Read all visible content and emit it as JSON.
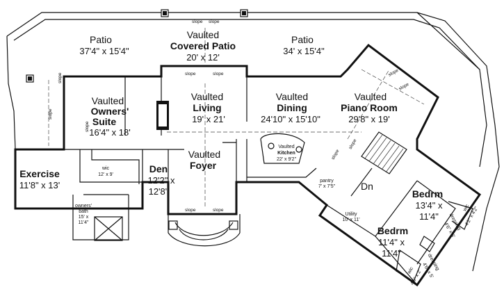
{
  "rooms": {
    "patio_left": {
      "name": "Patio",
      "dims": "37'4\" x 15'4\""
    },
    "covered_patio": {
      "line1": "Vaulted",
      "line2": "Covered Patio",
      "dims": "20' x 12'"
    },
    "patio_right": {
      "name": "Patio",
      "dims": "34' x 15'4\""
    },
    "owners_suite": {
      "line1": "Vaulted",
      "line2": "Owners'",
      "line3": "Suite",
      "dims": "16'4\" x 18'"
    },
    "living": {
      "line1": "Vaulted",
      "line2": "Living",
      "dims": "19' x 21'"
    },
    "dining": {
      "line1": "Vaulted",
      "line2": "Dining",
      "dims": "24'10\" x 15'10\""
    },
    "piano": {
      "line1": "Vaulted",
      "line2": "Piano Room",
      "dims": "29'8\" x 19'"
    },
    "exercise": {
      "name": "Exercise",
      "dims": "11'8\" x 13'"
    },
    "wic_owner": {
      "name": "wic",
      "dims": "12' x 9'"
    },
    "den": {
      "name": "Den",
      "dims1": "12'2\" x",
      "dims2": "12'8\""
    },
    "foyer": {
      "line1": "Vaulted",
      "line2": "Foyer"
    },
    "kitchen": {
      "line1": "Vaulted",
      "line2": "Kitchen",
      "dims": "22' x 9'2\""
    },
    "pantry": {
      "name": "pantry",
      "dims": "7' x 7'5\""
    },
    "dn": {
      "name": "Dn"
    },
    "utility": {
      "name": "Utility",
      "dims": "10' x 11'"
    },
    "owners_bath": {
      "line1": "owners'",
      "line2": "bath",
      "dims1": "15' x",
      "dims2": "11'4\""
    },
    "bedrm_upper": {
      "name": "Bedrm",
      "dims1": "13'4\" x",
      "dims2": "11'4\""
    },
    "bedrm_lower": {
      "name": "Bedrm",
      "dims1": "11'4\" x",
      "dims2": "11'4\""
    },
    "wic_upper": {
      "name": "wic",
      "dims": "4'2\" x 4'2\""
    },
    "dressing_upper": {
      "name": "dressing",
      "dims": "4'6\" x 6'"
    },
    "dressing_lower": {
      "name": "dressing",
      "dims": "4'6\" x 5'"
    },
    "wic_lower": {
      "name": "wic",
      "dims": "4'6\" x 2'"
    }
  },
  "slope_label": "slope"
}
